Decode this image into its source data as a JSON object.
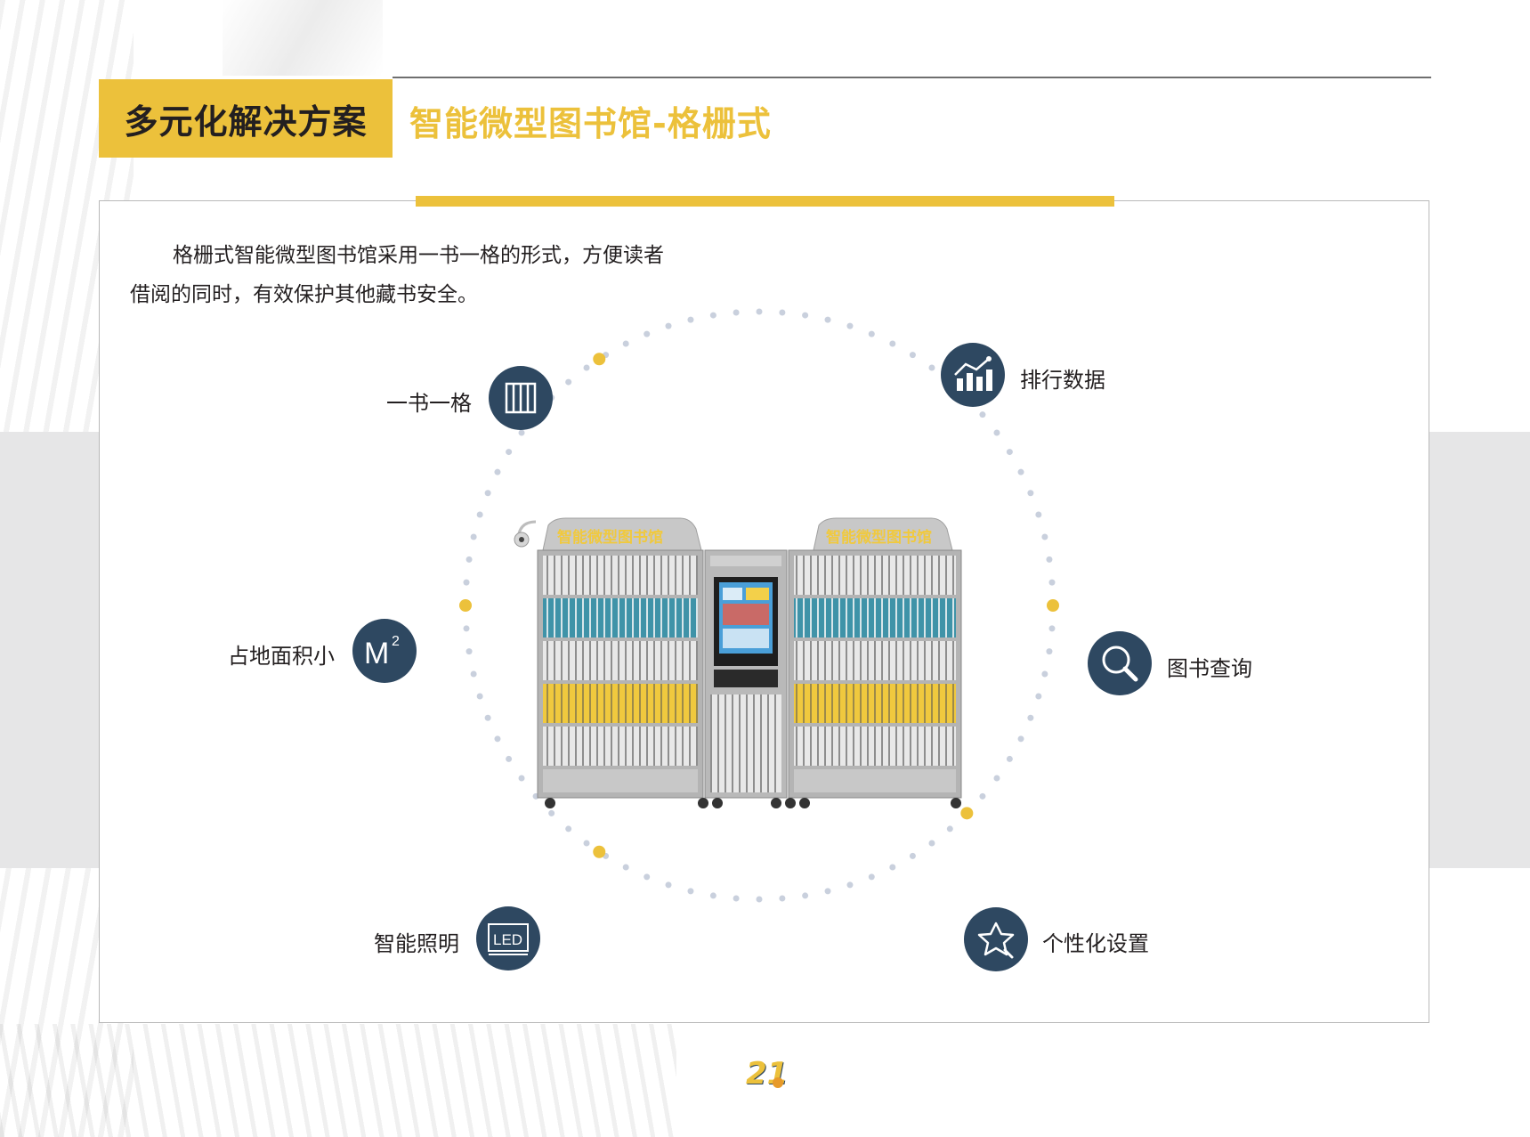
{
  "header": {
    "section_title": "多元化解决方案",
    "page_title": "智能微型图书馆-格栅式"
  },
  "intro": {
    "text": "格栅式智能微型图书馆采用一书一格的形式，方便读者借阅的同时，有效保护其他藏书安全。"
  },
  "features": {
    "one_book_one_cell": "一书一格",
    "ranking_data": "排行数据",
    "small_footprint": "占地面积小",
    "book_search": "图书查询",
    "smart_lighting": "智能照明",
    "personalized_settings": "个性化设置"
  },
  "icons": {
    "one_book_one_cell": "grid-cells-icon",
    "ranking_data": "bar-chart-icon",
    "small_footprint": "square-meter-icon",
    "book_search": "magnifier-icon",
    "smart_lighting": "led-icon",
    "personalized_settings": "star-cursor-icon"
  },
  "machine": {
    "left_sign": "智能微型图书馆",
    "right_sign": "智能微型图书馆"
  },
  "colors": {
    "accent": "#ecc13b",
    "icon_bg": "#2e4861",
    "dot_gray": "#c9d0dd"
  },
  "footer": {
    "page_number": "21"
  }
}
